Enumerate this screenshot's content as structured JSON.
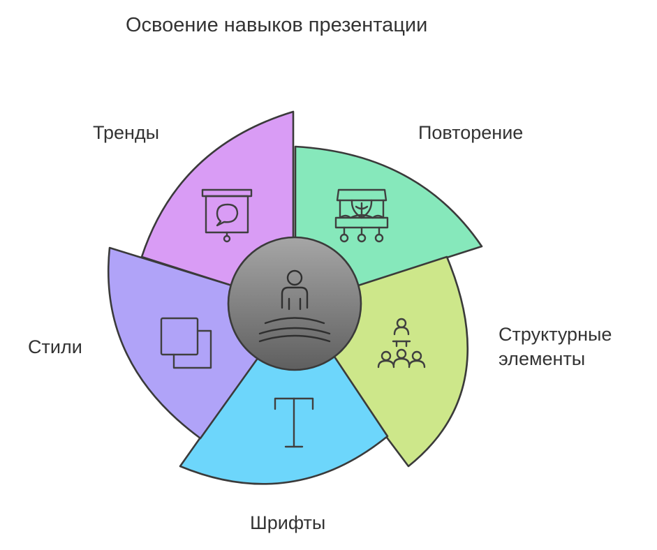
{
  "title": "Освоение навыков презентации",
  "center": {
    "icon": "meditating-person-icon",
    "fill_top": "#a6a6a6",
    "fill_bottom": "#5f5f5f"
  },
  "segments": [
    {
      "key": "repetition",
      "label_lines": [
        "Повторение"
      ],
      "color": "#86e8bb",
      "icon": "vintage-vehicle-icon"
    },
    {
      "key": "structure",
      "label_lines": [
        "Структурные",
        "элементы"
      ],
      "color": "#cde78a",
      "icon": "audience-presenter-icon"
    },
    {
      "key": "fonts",
      "label_lines": [
        "Шрифты"
      ],
      "color": "#6dd6fb",
      "icon": "text-t-icon"
    },
    {
      "key": "styles",
      "label_lines": [
        "Стили"
      ],
      "color": "#b0a3f8",
      "icon": "copy-layers-icon"
    },
    {
      "key": "trends",
      "label_lines": [
        "Тренды"
      ],
      "color": "#d99cf5",
      "icon": "presentation-board-icon"
    }
  ]
}
